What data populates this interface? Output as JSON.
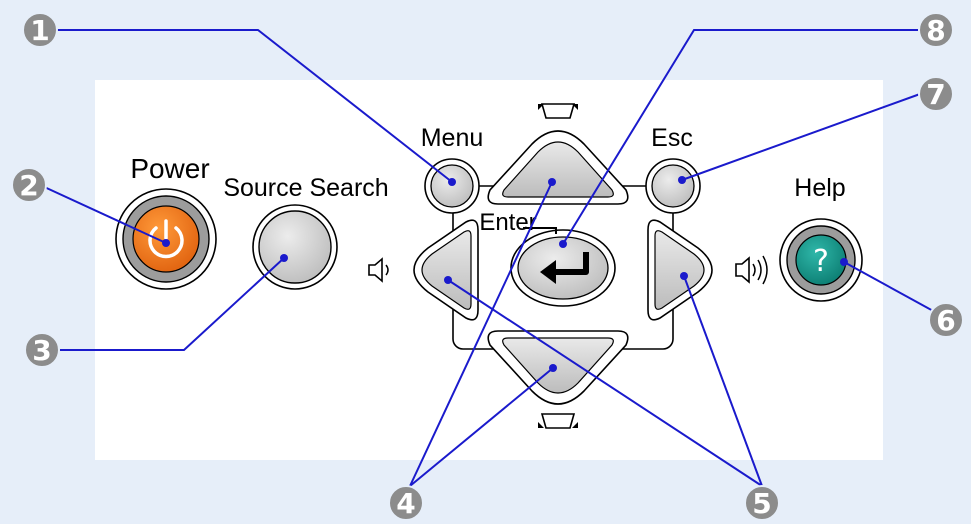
{
  "colors": {
    "background": "#e6eef9",
    "panel": "#ffffff",
    "leader_line": "#1a1acc",
    "callout_circle": "#8c8c8c",
    "button_gray": "#d6d6d6",
    "power_orange": "#ef7a1a",
    "help_teal": "#16968a"
  },
  "buttons": {
    "power": {
      "label": "Power",
      "icon": "power-icon"
    },
    "source_search": {
      "label": "Source Search"
    },
    "menu": {
      "label": "Menu"
    },
    "esc": {
      "label": "Esc"
    },
    "help": {
      "label": "Help",
      "icon": "question-icon"
    },
    "enter": {
      "label": "Enter",
      "icon": "enter-return-icon"
    },
    "up": {
      "icon": "keystone-up-icon"
    },
    "down": {
      "icon": "keystone-down-icon"
    },
    "left": {
      "icon": "volume-down-icon"
    },
    "right": {
      "icon": "volume-up-icon"
    }
  },
  "callouts": [
    "1",
    "2",
    "3",
    "4",
    "5",
    "6",
    "7",
    "8"
  ]
}
